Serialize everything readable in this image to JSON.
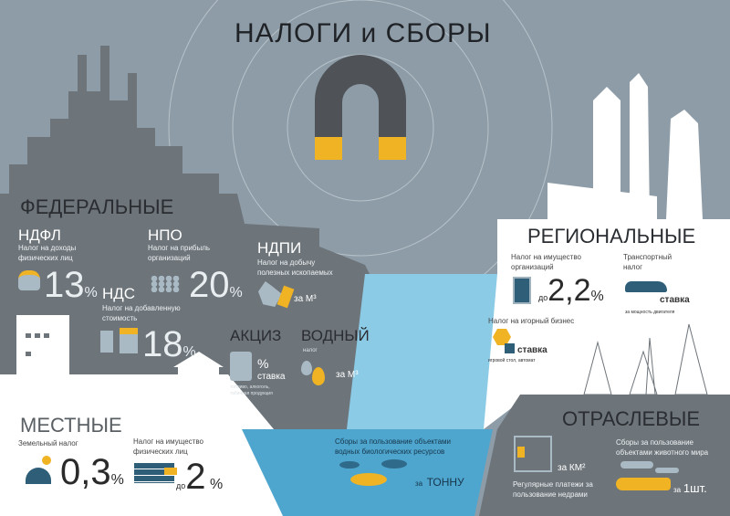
{
  "title": "НАЛОГИ и СБОРЫ",
  "federal": {
    "heading": "ФЕДЕРАЛЬНЫЕ",
    "ndfl": {
      "name": "НДФЛ",
      "desc": "Налог на доходы физических лиц",
      "value": "13",
      "unit": "%"
    },
    "npo": {
      "name": "НПО",
      "desc": "Налог на прибыль организаций",
      "value": "20",
      "unit": "%"
    },
    "nds": {
      "name": "НДС",
      "desc": "Налог на добавленную стоимость",
      "value": "18",
      "unit": "%"
    },
    "ndpi": {
      "name": "НДПИ",
      "desc": "Налог на добычу полезных ископаемых",
      "unit": "за М³"
    },
    "akciz": {
      "name": "АКЦИЗ",
      "pct": "%",
      "rate": "ставка",
      "note": "топливо, алкоголь, табачная продукция"
    },
    "vodny": {
      "name": "ВОДНЫЙ",
      "sub": "налог",
      "unit": "за М³"
    }
  },
  "regional": {
    "heading": "РЕГИОНАЛЬНЫЕ",
    "property": {
      "desc": "Налог на имущество организаций",
      "prefix": "до",
      "value": "2,2",
      "unit": "%"
    },
    "transport": {
      "desc": "Транспортный налог",
      "rate": "ставка",
      "note": "за мощность двигателя"
    },
    "gambling": {
      "desc": "Налог на игорный бизнес",
      "rate": "ставка",
      "note": "игровой стол, автомат"
    }
  },
  "local": {
    "heading": "МЕСТНЫЕ",
    "land": {
      "desc": "Земельный налог",
      "value": "0,3",
      "unit": "%"
    },
    "property": {
      "desc": "Налог на имущество физических лиц",
      "prefix": "до",
      "value": "2",
      "unit": "%"
    }
  },
  "water_fees": {
    "desc": "Сборы за пользование объектами водных биологических ресурсов",
    "unit_prefix": "за",
    "unit": "ТОННУ"
  },
  "sector": {
    "heading": "ОТРАСЛЕВЫЕ",
    "subsoil": {
      "unit": "за КМ²",
      "desc": "Регулярные платежи за пользование недрами"
    },
    "wildlife": {
      "desc": "Сборы за пользование объектами животного мира",
      "unit_prefix": "за",
      "unit": "1шт."
    }
  },
  "colors": {
    "accent": "#f0b323",
    "dark": "#6d747a",
    "water": "#8ccbe6",
    "deep_water": "#4ea6cf"
  }
}
